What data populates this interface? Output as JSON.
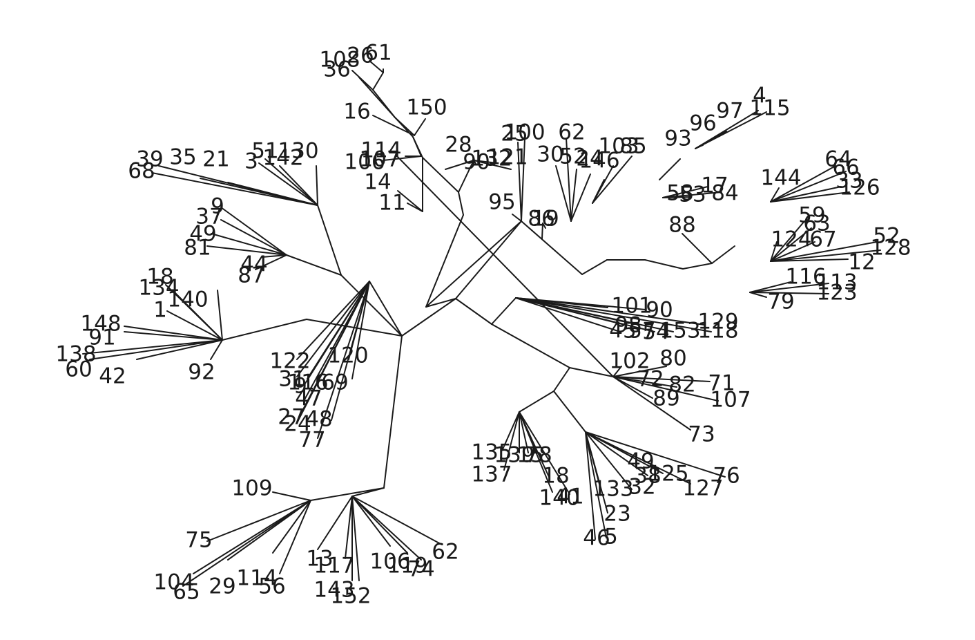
{
  "diagram": {
    "type": "unrooted-tree",
    "edge_color": "#1a1a1a",
    "background": "#ffffff",
    "root": "n0",
    "nodes": {
      "n0": [
        "n1",
        "n2"
      ],
      "n1": [
        "n3",
        "n4"
      ],
      "n3": [
        "n5",
        "n6"
      ],
      "n5": [
        "n7",
        "n8"
      ],
      "n7": [
        "n9",
        "n10"
      ],
      "n9": [
        "n11",
        "n12",
        "n13"
      ],
      "n11": [
        "n14",
        "L30",
        "n15"
      ],
      "n14": [
        "L10",
        "n16"
      ],
      "n16": [
        "L26",
        "L61"
      ],
      "n15": [
        "L16",
        "L150"
      ],
      "n12": [
        "L114",
        "L106",
        "L107"
      ],
      "n13": [
        "L14",
        "L11"
      ],
      "n10": [
        "L28",
        "L90",
        "L32",
        "L21"
      ],
      "n8": [
        "n17",
        "n18"
      ],
      "n17": [
        "L95",
        "L100",
        "L25"
      ],
      "n18": [
        "n19",
        "n20"
      ],
      "n19": [
        "L86",
        "L19"
      ],
      "n20": [
        "n21",
        "n22"
      ],
      "n21": [
        "L30x",
        "L52",
        "L62",
        "L24"
      ],
      "n22": [
        "n23",
        "n24"
      ],
      "n23": [
        "L103",
        "L46",
        "L85"
      ],
      "n24": [
        "n25",
        "n26"
      ],
      "n25": [
        "L93",
        "n27"
      ],
      "n27": [
        "L96",
        "L97",
        "L4",
        "L115"
      ],
      "n26": [
        "n28",
        "n29"
      ],
      "n28": [
        "L58",
        "L17",
        "L84",
        "L53"
      ],
      "n29": [
        "L88",
        "n30"
      ],
      "n30": [
        "n31",
        "n32",
        "n33"
      ],
      "n31": [
        "L144",
        "L64",
        "L66",
        "L33",
        "L126"
      ],
      "n32": [
        "L59",
        "L63",
        "L124",
        "L67",
        "L52b",
        "L128",
        "L12"
      ],
      "n33": [
        "L116",
        "L113",
        "L123",
        "L79"
      ],
      "n6": [
        "n34",
        "n35"
      ],
      "n34": [
        "L101",
        "L90b",
        "L98",
        "L57",
        "L129",
        "L118",
        "L153",
        "L45",
        "L54"
      ],
      "n35": [
        "n36",
        "n37"
      ],
      "n36": [
        "L102",
        "L80",
        "L72",
        "L82",
        "L71",
        "L107",
        "L89",
        "L73"
      ],
      "n37": [
        "n38",
        "n39"
      ],
      "n38": [
        "L135",
        "L139",
        "L159",
        "L78",
        "L137",
        "L140",
        "L18b",
        "L141"
      ],
      "n39": [
        "L49",
        "L125",
        "L127",
        "L38",
        "L76",
        "L143",
        "L32b",
        "L23",
        "L46b",
        "L5"
      ],
      "n2": [
        "n40",
        "n41",
        "n42"
      ],
      "n40": [
        "n43",
        "n44"
      ],
      "n43": [
        "L9",
        "L37",
        "L49b",
        "L81",
        "L44",
        "L87"
      ],
      "n44": [
        "L39",
        "L68",
        "L35",
        "L21b",
        "L51",
        "L142",
        "L3",
        "L130"
      ],
      "n41": [
        "n45",
        "n46"
      ],
      "n45": [
        "L18",
        "L134",
        "L140b",
        "L148",
        "L91",
        "L1",
        "L138",
        "L60",
        "L42",
        "L92"
      ],
      "n46": [
        "L122",
        "L120",
        "L31",
        "L116b",
        "L9b",
        "L69",
        "L47",
        "L27",
        "L24b",
        "L48",
        "L77"
      ],
      "n42": [
        "n47",
        "n48"
      ],
      "n47": [
        "L109",
        "L75",
        "L104",
        "L65",
        "L29",
        "L114b",
        "L56"
      ],
      "n48": [
        "L13",
        "L117",
        "L143b",
        "L152",
        "L106b",
        "L119",
        "L74",
        "L62b"
      ]
    },
    "labels": {
      "L10": "108",
      "L26": "26",
      "L61": "61",
      "L30": "36",
      "L16": "16",
      "L150": "150",
      "L114": "114",
      "L106": "106",
      "L107": "107",
      "L14": "14",
      "L11": "11",
      "L28": "28",
      "L90": "90",
      "L32": "132",
      "L21": "121",
      "L95": "95",
      "L100": "100",
      "L25": "25",
      "L86": "86",
      "L19": "19",
      "L30x": "30",
      "L52": "52",
      "L62": "62",
      "L24": "24",
      "L103": "103",
      "L46": "146",
      "L85": "85",
      "L93": "93",
      "L96": "96",
      "L97": "97",
      "L4": "4",
      "L115": "115",
      "L58": "58",
      "L17": "17",
      "L84": "84",
      "L53": "53",
      "L88": "88",
      "L144": "144",
      "L64": "64",
      "L66": "66",
      "L33": "33",
      "L126": "126",
      "L59": "59",
      "L63": "63",
      "L124": "124",
      "L67": "67",
      "L52b": "52",
      "L128": "128",
      "L12": "12",
      "L116": "116",
      "L113": "113",
      "L123": "123",
      "L79": "79",
      "L101": "101",
      "L90b": "90",
      "L98": "98",
      "L57": "57",
      "L129": "129",
      "L118": "118",
      "L153": "153",
      "L45": "45",
      "L54": "54",
      "L102": "102",
      "L80": "80",
      "L72": "72",
      "L82": "82",
      "L71": "71",
      "L89": "89",
      "L73": "73",
      "L135": "135",
      "L139": "139",
      "L159": "15",
      "L78": "78",
      "L137": "137",
      "L140": "140",
      "L18b": "18",
      "L141": "41",
      "L49": "49",
      "L125": "125",
      "L127": "127",
      "L38": "38",
      "L76": "76",
      "L143": "133",
      "L32b": "32",
      "L23": "23",
      "L46b": "46",
      "L5": "5",
      "L9": "9",
      "L37": "37",
      "L49b": "49",
      "L81": "81",
      "L44": "44",
      "L87": "87",
      "L39": "39",
      "L68": "68",
      "L35": "35",
      "L21b": "21",
      "L51": "51",
      "L142": "142",
      "L3": "3",
      "L130": "130",
      "L18": "18",
      "L134": "134",
      "L140b": "140",
      "L148": "148",
      "L91": "91",
      "L1": "1",
      "L138": "138",
      "L60": "60",
      "L42": "42",
      "L92": "92",
      "L122": "122",
      "L120": "120",
      "L31": "31",
      "L116b": "116",
      "L9b": "9",
      "L69": "69",
      "L47": "47",
      "L27": "27",
      "L24b": "24",
      "L48": "48",
      "L77": "77",
      "L109": "109",
      "L75": "75",
      "L104": "104",
      "L65": "65",
      "L29": "29",
      "L114b": "114",
      "L56": "56",
      "L13": "13",
      "L117": "117",
      "L143b": "143",
      "L152": "152",
      "L106b": "106",
      "L119": "119",
      "L74": "74",
      "L62b": "62"
    }
  }
}
